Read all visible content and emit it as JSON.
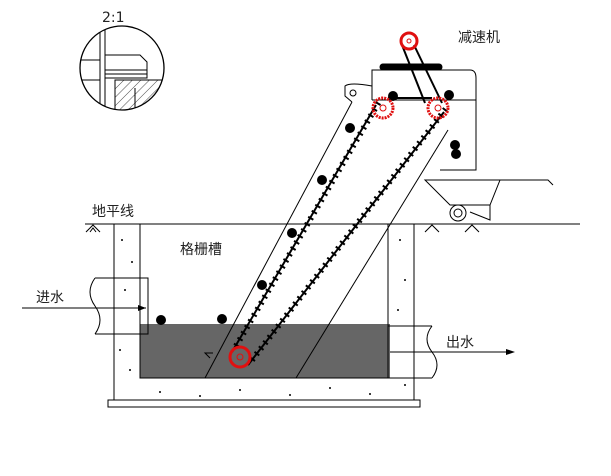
{
  "labels": {
    "scale": "2:1",
    "reducer": "减速机",
    "ground_line": "地平线",
    "grille_tank": "格栅槽",
    "water_in": "进水",
    "water_out": "出水"
  },
  "colors": {
    "water": "#666666",
    "sprocket": "#e01010",
    "line": "#000000"
  }
}
